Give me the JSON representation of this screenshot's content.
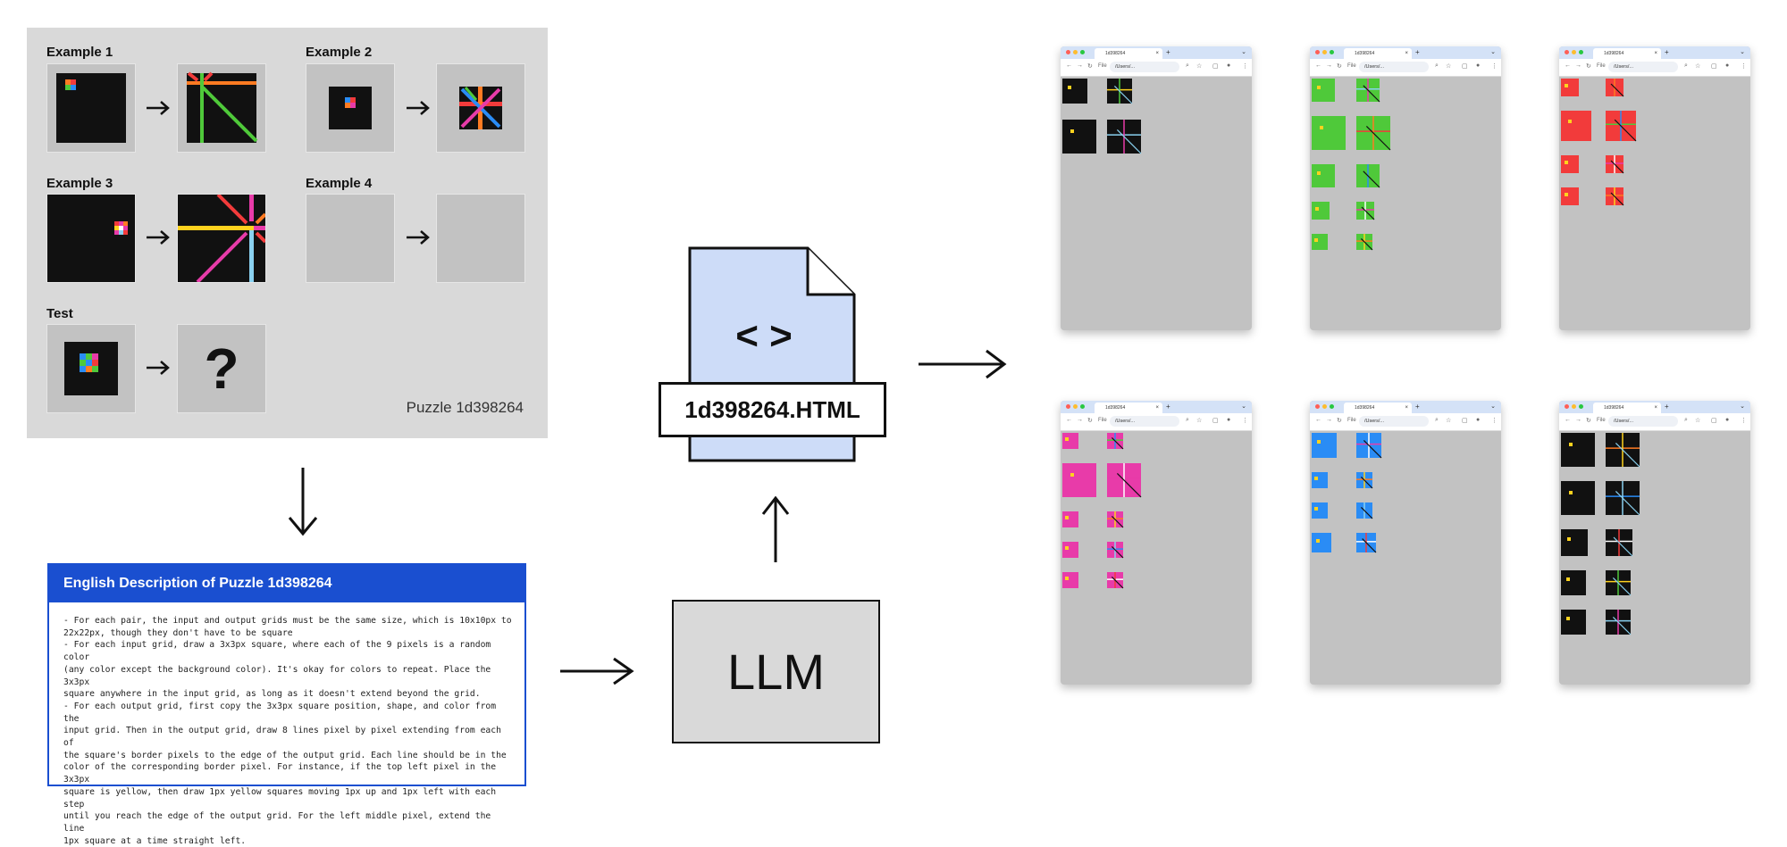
{
  "puzzle": {
    "examples": [
      {
        "label": "Example 1"
      },
      {
        "label": "Example 2"
      },
      {
        "label": "Example 3"
      },
      {
        "label": "Example 4"
      }
    ],
    "test_label": "Test",
    "test_output_symbol": "?",
    "name": "Puzzle 1d398264"
  },
  "description": {
    "title": "English Description of Puzzle 1d398264",
    "lines": [
      "- For each pair, the input and output grids must be the same size, which is 10x10px to",
      "22x22px, though they don't have to be square",
      "- For each input grid, draw a 3x3px square, where each of the 9 pixels is a random color",
      "(any color except the background color). It's okay for colors to repeat. Place the 3x3px",
      "square anywhere in the input grid, as long as it doesn't extend beyond the grid.",
      "- For each output grid, first copy the 3x3px square position, shape, and color from the",
      "input grid. Then in the output grid, draw 8 lines pixel by pixel extending from each of",
      "the square's border pixels to the edge of the output grid. Each line should be in the",
      "color of the corresponding border pixel. For instance, if the top left pixel in the 3x3px",
      "square is yellow, then draw 1px yellow squares moving 1px up and 1px left with each step",
      "until you reach the edge of the output grid. For the left middle pixel, extend the line",
      "1px square at a time straight left."
    ]
  },
  "llm": {
    "label": "LLM"
  },
  "file": {
    "code_symbol": "< >",
    "name": "1d398264.HTML"
  },
  "browser": {
    "tab_title": "1d398264",
    "url": "/Users/...",
    "file_chip": "File",
    "backgrounds": [
      "#111111",
      "#4fc93a",
      "#f23b3b",
      "#e83ba9",
      "#2a8cf5",
      "#111111"
    ]
  },
  "colors": {
    "accent_blue": "#1a4fd0",
    "panel_gray": "#d9d9d9",
    "grid_black": "#111111",
    "doc_blue": "#cddcf8"
  }
}
